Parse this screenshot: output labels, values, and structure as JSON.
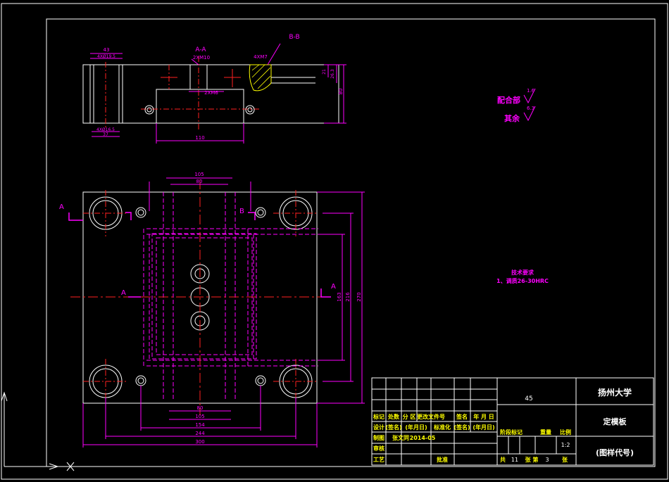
{
  "colors": {
    "background": "#000000",
    "outline": "#ffffff",
    "dimension": "#ff00ff",
    "centerline": "#ff2020",
    "hidden": "#ff00ff",
    "section": "#ffff00",
    "title_text": "#ffffff",
    "table_text": "#ffff00"
  },
  "top_view": {
    "section_aa_label": "A-A",
    "section_bb_label": "B-B",
    "hole_callout_1": "2XM10",
    "hole_callout_2": "2XM6",
    "hole_callout_3": "4XM7",
    "dim_43": "43",
    "dim_holes_left": "4XØ19.5",
    "dim_holes_left_b": "4XØ16.5",
    "dim_37": "37",
    "dim_110": "110",
    "dim_21": "21",
    "dim_263": "26.3",
    "dim_80": "80"
  },
  "roughness": {
    "mating_label": "配合部",
    "mating_value": "1.6",
    "other_label": "其余",
    "other_value": "6.3"
  },
  "plan_view": {
    "dim_top_105": "105",
    "dim_top_80": "80",
    "section_a_left": "A",
    "section_a_mid_left": "A",
    "section_a_right": "A",
    "section_b_label": "B",
    "dim_bottom_80": "80",
    "dim_bottom_105": "105",
    "dim_bottom_154": "154",
    "dim_bottom_244": "244",
    "dim_bottom_300": "300",
    "dim_right_163": "163",
    "dim_right_216": "216",
    "dim_right_270": "270"
  },
  "tech_notes": {
    "title": "技术要求",
    "item1": "1、调质26-30HRC"
  },
  "title_block": {
    "material": "45",
    "university": "扬州大学",
    "part_name": "定模板",
    "drawing_no": "(图样代号)",
    "hdr_mark": "标记",
    "hdr_count": "处数",
    "hdr_zone": "分 区",
    "hdr_doc": "更改文件号",
    "hdr_sign": "签名",
    "hdr_date": "年 月 日",
    "row_design": "设计",
    "row_design_sign": "(签名)",
    "row_design_date": "(年月日)",
    "row_std": "标准化",
    "row_std_sign": "(签名)",
    "row_std_date": "(年月日)",
    "row_draw": "制图",
    "row_draw_name": "张文同",
    "row_draw_date": "2014-05",
    "row_check": "审核",
    "row_process": "工艺",
    "row_approve": "批准",
    "stage_mark": "阶段标记",
    "weight": "重量",
    "scale": "比例",
    "scale_value": "1:2",
    "sheet_total_label": "共",
    "sheet_total": "11",
    "sheet_label": "张 第",
    "sheet_no": "3",
    "sheet_suffix": "张"
  }
}
